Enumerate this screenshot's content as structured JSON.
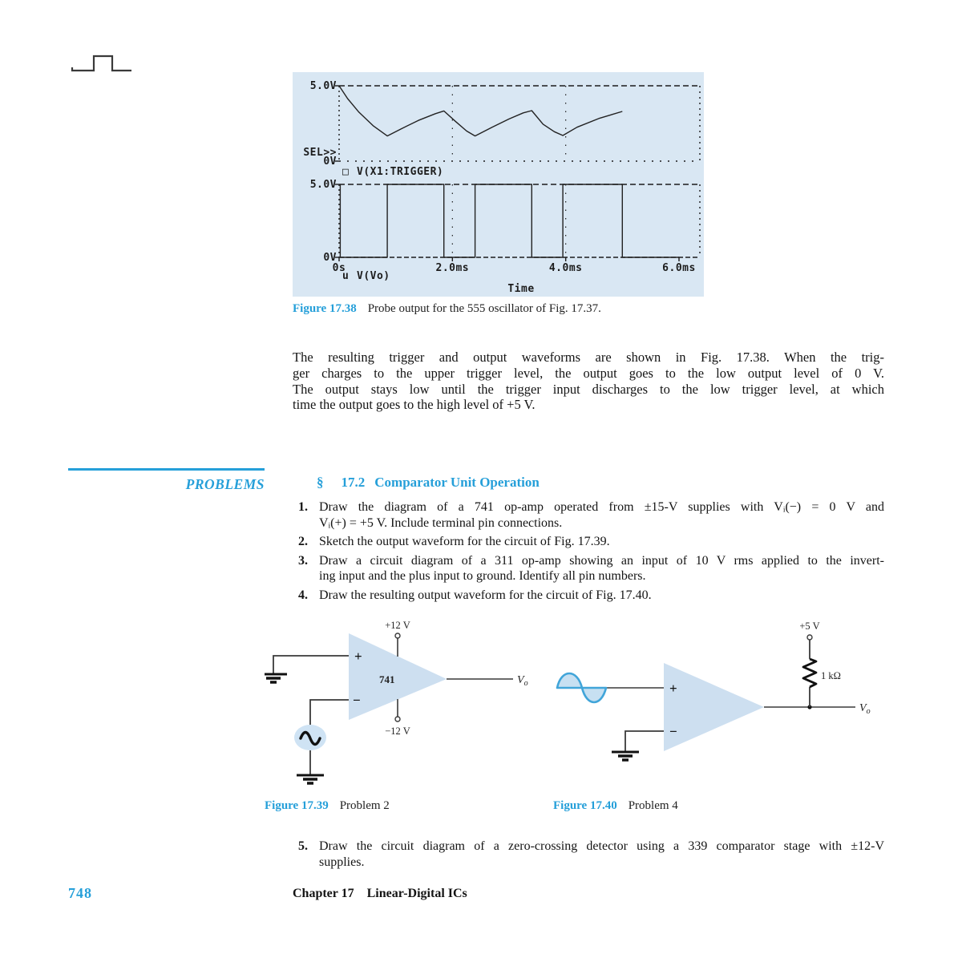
{
  "accent_color": "#259fd9",
  "page": {
    "number": "748",
    "footer_chapter": "Chapter 17",
    "footer_title": "Linear-Digital ICs"
  },
  "figure_17_38": {
    "label": "Figure 17.38",
    "caption": "Probe output for the 555 oscillator of Fig. 17.37.",
    "plot_bg": "#d9e7f3"
  },
  "chart_data": {
    "type": "line",
    "xlabel": "Time",
    "x_range_ms": [
      0,
      6
    ],
    "x_ticks": [
      {
        "t": 0,
        "label": "0s"
      },
      {
        "t": 2,
        "label": "2.0ms"
      },
      {
        "t": 4,
        "label": "4.0ms"
      },
      {
        "t": 6,
        "label": "6.0ms"
      }
    ],
    "panels": [
      {
        "legend_marker": "□",
        "legend": "V(X1:TRIGGER)",
        "y_top_label": "5.0V",
        "y_bottom_label": "0V",
        "sel_label": "SEL>>",
        "y_range_v": [
          0,
          5
        ],
        "points_ms_v": [
          [
            0,
            5.0
          ],
          [
            0.15,
            4.15
          ],
          [
            0.35,
            3.25
          ],
          [
            0.6,
            2.35
          ],
          [
            0.85,
            1.67
          ],
          [
            1.1,
            2.15
          ],
          [
            1.4,
            2.7
          ],
          [
            1.7,
            3.15
          ],
          [
            1.85,
            3.33
          ],
          [
            2.05,
            2.65
          ],
          [
            2.25,
            2.0
          ],
          [
            2.4,
            1.67
          ],
          [
            2.7,
            2.25
          ],
          [
            3.0,
            2.8
          ],
          [
            3.25,
            3.2
          ],
          [
            3.4,
            3.35
          ],
          [
            3.6,
            2.45
          ],
          [
            3.8,
            1.95
          ],
          [
            3.95,
            1.7
          ],
          [
            4.2,
            2.25
          ],
          [
            4.6,
            2.85
          ],
          [
            5.0,
            3.3
          ]
        ]
      },
      {
        "legend_marker": "u",
        "legend": "V(Vo)",
        "y_top_label": "5.0V",
        "y_bottom_label": "0V",
        "sel_label": "",
        "y_range_v": [
          0,
          5
        ],
        "points_ms_v": [
          [
            0.02,
            5
          ],
          [
            0.02,
            0
          ],
          [
            0.85,
            0
          ],
          [
            0.85,
            5
          ],
          [
            1.85,
            5
          ],
          [
            1.85,
            0
          ],
          [
            2.4,
            0
          ],
          [
            2.4,
            5
          ],
          [
            3.4,
            5
          ],
          [
            3.4,
            0
          ],
          [
            3.95,
            0
          ],
          [
            3.95,
            5
          ],
          [
            5.0,
            5
          ],
          [
            5.0,
            0
          ],
          [
            6.0,
            0
          ]
        ]
      }
    ]
  },
  "paragraph_lines": [
    "The resulting trigger and output waveforms are shown in Fig. 17.38. When the trig-",
    "ger charges to the upper trigger level, the output goes to the low output level of 0 V.",
    "The output stays low until the trigger input discharges to the low trigger level, at which",
    "time the output goes to the high level of +5 V."
  ],
  "problems": {
    "sidebar_label": "PROBLEMS",
    "section_mark": "§",
    "section_number": "17.2",
    "section_title": "Comparator Unit Operation",
    "items": [
      {
        "num": "1.",
        "lines": [
          "Draw the diagram of a 741 op-amp operated from ±15-V supplies with Vᵢ(−) = 0 V and",
          "Vᵢ(+) = +5 V. Include terminal pin connections."
        ]
      },
      {
        "num": "2.",
        "lines": [
          "Sketch the output waveform for the circuit of Fig. 17.39."
        ]
      },
      {
        "num": "3.",
        "lines": [
          "Draw a circuit diagram of a 311 op-amp showing an input of 10 V rms applied to the invert-",
          "ing input and the plus input to ground. Identify all pin numbers."
        ]
      },
      {
        "num": "4.",
        "lines": [
          "Draw the resulting output waveform for the circuit of Fig. 17.40."
        ]
      },
      {
        "num": "5.",
        "lines": [
          "Draw the circuit diagram of a zero-crossing detector using a 339 comparator stage with ±12-V",
          "supplies."
        ]
      }
    ]
  },
  "figure_17_39": {
    "label": "Figure 17.39",
    "caption": "Problem 2",
    "opamp_label": "741",
    "plus_input": "+",
    "minus_input": "−",
    "supply_top": "+12 V",
    "supply_bottom": "−12 V",
    "output_base": "V",
    "output_sub": "o"
  },
  "figure_17_40": {
    "label": "Figure 17.40",
    "caption": "Problem 4",
    "plus_input": "+",
    "minus_input": "−",
    "supply_top": "+5 V",
    "resistor_label": "1 kΩ",
    "output_base": "V",
    "output_sub": "o"
  }
}
